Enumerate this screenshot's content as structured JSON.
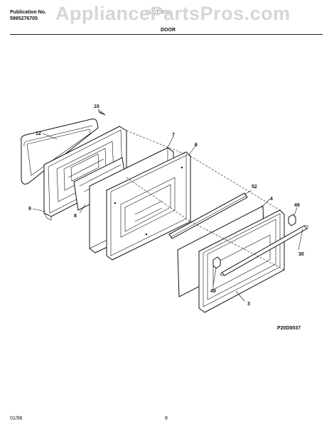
{
  "header": {
    "publication_label": "Publication No.",
    "publication_number": "5995276705",
    "model_partial": "ALCT3E5C",
    "watermark": "AppliancePartsPros.com"
  },
  "diagram": {
    "title": "DOOR",
    "figure_id": "P20D0037",
    "callouts": [
      "10",
      "12",
      "7",
      "6",
      "9",
      "8",
      "52",
      "4",
      "49",
      "30",
      "49",
      "3"
    ]
  },
  "footer": {
    "date": "01/96",
    "page": "8"
  }
}
